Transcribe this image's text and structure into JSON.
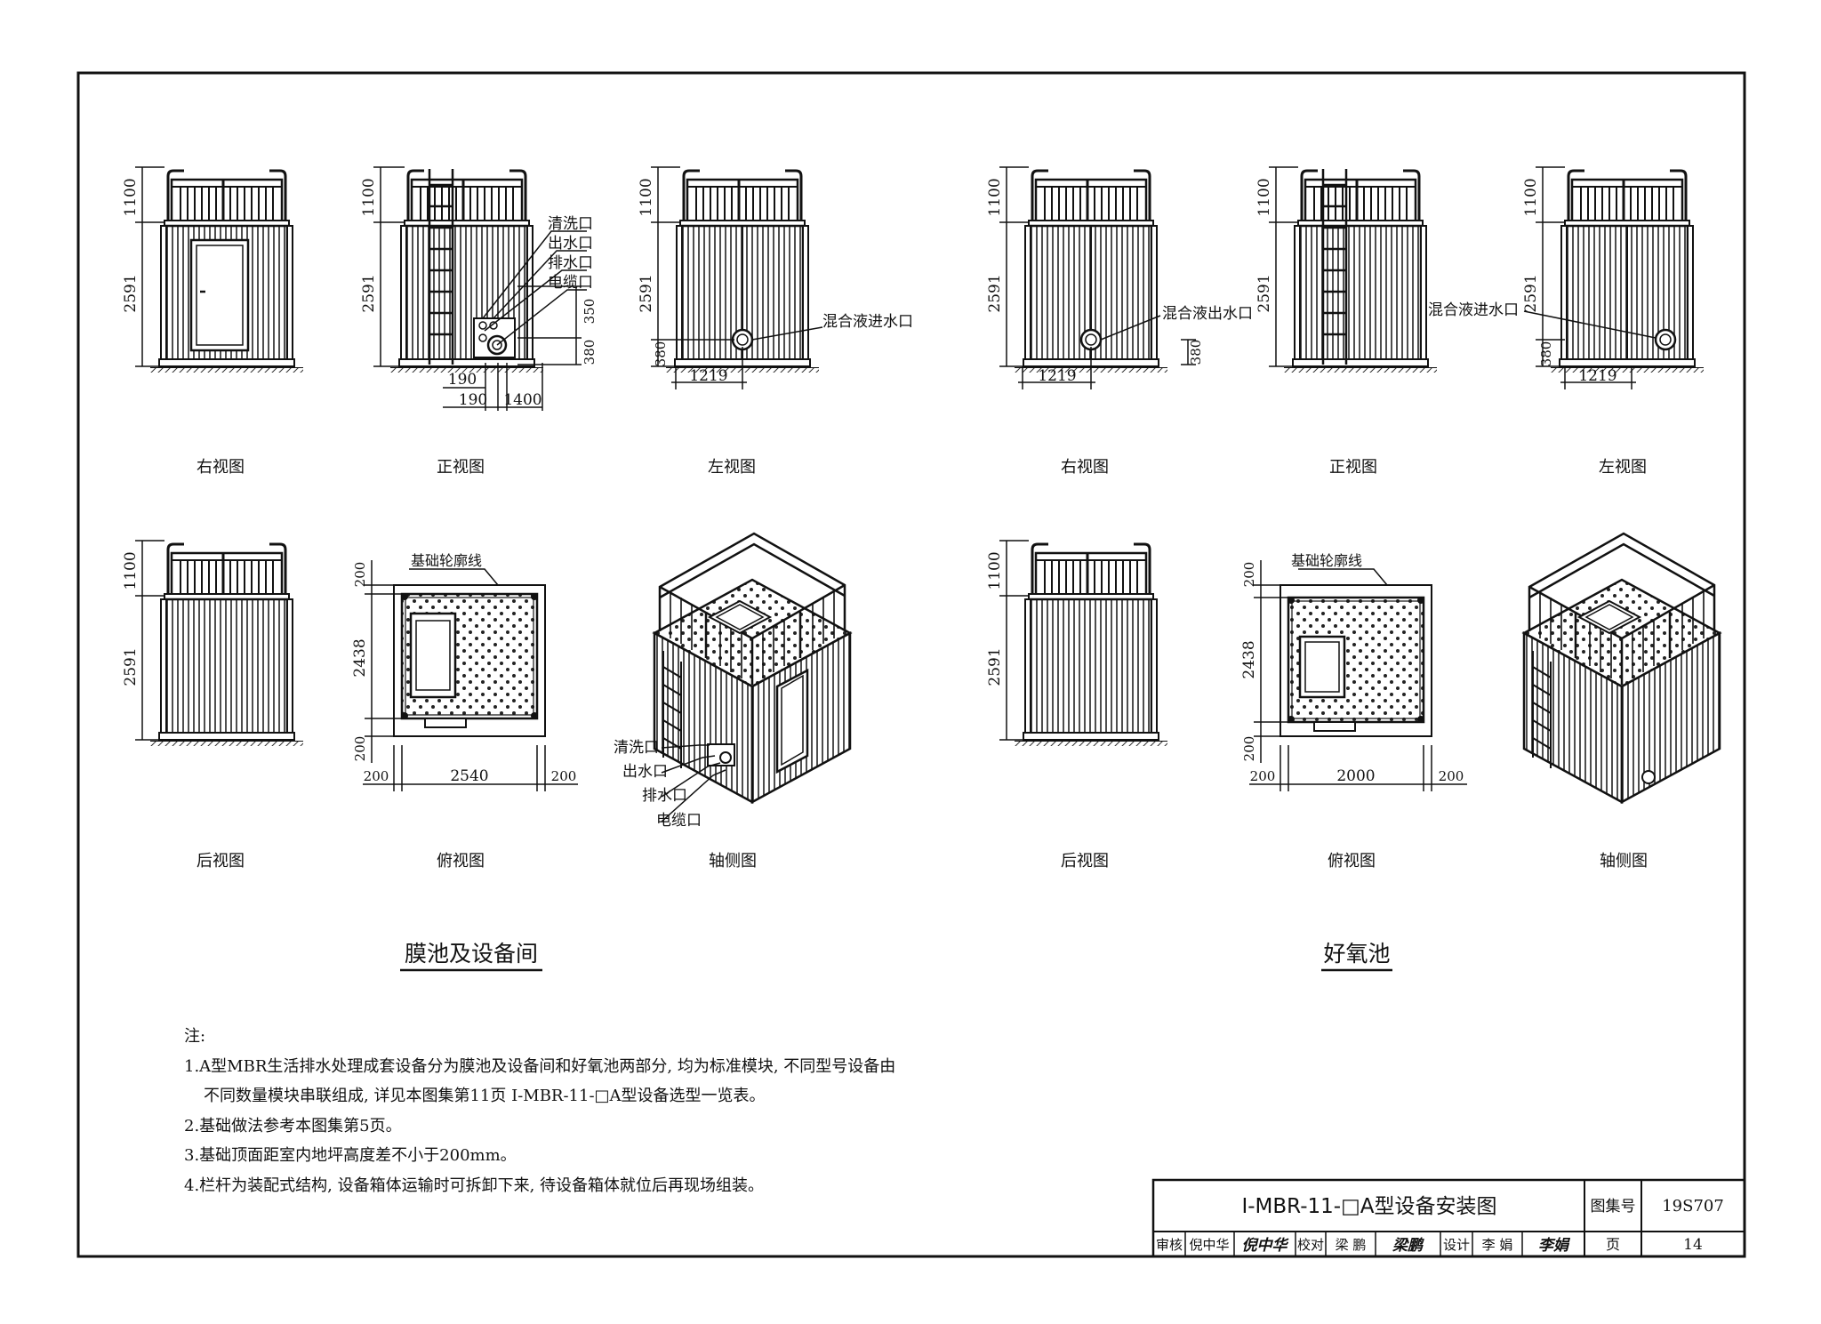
{
  "set_a": {
    "views": {
      "right": "右视图",
      "front": "正视图",
      "left": "左视图",
      "rear": "后视图",
      "top": "俯视图",
      "axo": "轴侧图"
    },
    "dims": {
      "h_top": "1100",
      "h_body": "2591",
      "d350": "350",
      "d380": "380",
      "d190a": "190",
      "d190b": "190",
      "d1400": "1400",
      "d1219": "1219",
      "d380b": "380",
      "top_200_top": "200",
      "top_2438": "2438",
      "top_200_bottom": "200",
      "top_200_left": "200",
      "top_2540": "2540",
      "top_200_right": "200"
    },
    "ports": {
      "clean": "清洗口",
      "outlet": "出水口",
      "drain": "排水口",
      "cable": "电缆口"
    },
    "mixed_in": "混合液进水口",
    "foundation": "基础轮廓线",
    "title": "膜池及设备间"
  },
  "set_b": {
    "views": {
      "right": "右视图",
      "front": "正视图",
      "left": "左视图",
      "rear": "后视图",
      "top": "俯视图",
      "axo": "轴侧图"
    },
    "dims": {
      "h_top": "1100",
      "h_body": "2591",
      "d380": "380",
      "d1219a": "1219",
      "d1219b": "1219",
      "d380b": "380",
      "top_200_top": "200",
      "top_2438": "2438",
      "top_200_bottom": "200",
      "top_200_left": "200",
      "top_2000": "2000",
      "top_200_right": "200"
    },
    "mixed_out": "混合液出水口",
    "mixed_in": "混合液进水口",
    "foundation": "基础轮廓线",
    "title": "好氧池"
  },
  "notes": {
    "heading": "注:",
    "n1a": "1.A型MBR生活排水处理成套设备分为膜池及设备间和好氧池两部分, 均为标准模块, 不同型号设备由",
    "n1b": "不同数量模块串联组成, 详见本图集第11页 Ⅰ-MBR-11-□A型设备选型一览表。",
    "n2": "2.基础做法参考本图集第5页。",
    "n3": "3.基础顶面距室内地坪高度差不小于200mm。",
    "n4": "4.栏杆为装配式结构, 设备箱体运输时可拆卸下来, 待设备箱体就位后再现场组装。"
  },
  "title_block": {
    "drawing_title": "Ⅰ-MBR-11-□A型设备安装图",
    "atlas_label": "图集号",
    "atlas_no": "19S707",
    "review_label": "审核",
    "reviewer": "倪中华",
    "reviewer_sig": "倪中华",
    "check_label": "校对",
    "checker": "梁 鹏",
    "checker_sig": "梁鹏",
    "design_label": "设计",
    "designer": "李 娟",
    "designer_sig": "李娟",
    "page_label": "页",
    "page_no": "14"
  }
}
